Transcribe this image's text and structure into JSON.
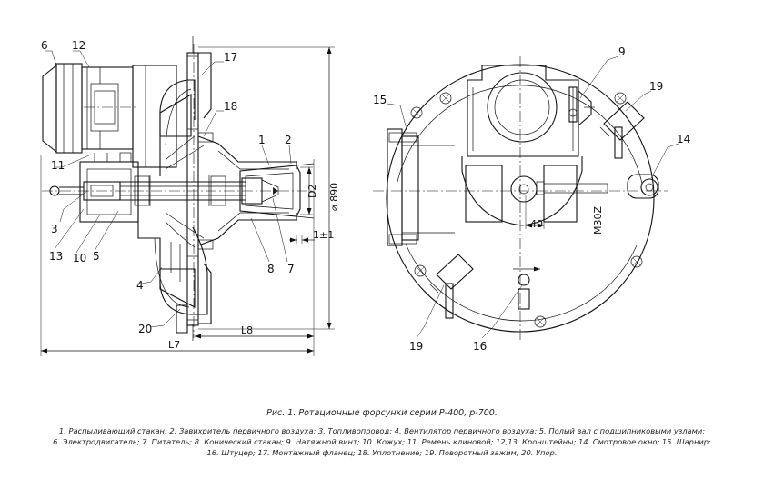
{
  "figure": {
    "caption": "Рис. 1. Ротационные форсунки серии Р-400, р-700.",
    "legend": [
      "1. Распыливающий стакан; 2. Завихритель первичного воздуха; 3. Топливопровод; 4. Вентилятор первичного воздуха; 5. Полый вал с подшипниковыми узлами;",
      "6. Электродвигатель; 7. Питатель; 8. Конический стакан; 9. Натяжной винт; 10. Кожух; 11. Ремень клиновой; 12,13. Кронштейны; 14. Смотровое окно; 15. Шарнир;",
      "16. Штуцер; 17. Монтажный фланец; 18. Уплотнение; 19. Поворотный зажим; 20. Упор."
    ]
  },
  "side_view": {
    "callouts": [
      "6",
      "12",
      "17",
      "18",
      "1",
      "2",
      "11",
      "3",
      "13",
      "10",
      "5",
      "4",
      "20",
      "8",
      "7"
    ],
    "dimensions": {
      "d2": "D2",
      "diam": "⌀ 890",
      "offset": "1±1",
      "l7": "L7",
      "l8": "L8"
    }
  },
  "front_view": {
    "callouts": [
      "9",
      "19",
      "15",
      "14",
      "19",
      "16"
    ],
    "dimensions": {
      "thread": "M30Z",
      "w40": "40"
    }
  }
}
